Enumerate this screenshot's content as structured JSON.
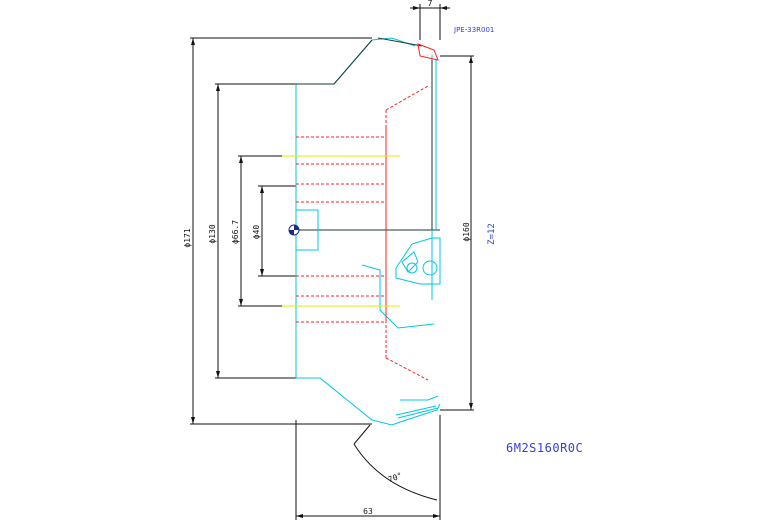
{
  "drawing": {
    "part_ref": "JPE-33R001",
    "model_code": "6M2S160R0C",
    "teeth_label": "Z=12",
    "dimensions": {
      "outer_dia": "ϕ171",
      "body_dia": "ϕ130",
      "bore_step_dia": "ϕ66.7",
      "bore_dia": "ϕ40",
      "cutting_dia": "ϕ160",
      "height": "63",
      "insert_offset": "7",
      "angle": "70°"
    },
    "colors": {
      "body_outline": "#00c8e0",
      "hidden_lines": "#ff2020",
      "center_lines": "#e8e800",
      "annotation": "#3344cc",
      "dimension": "#111111"
    }
  }
}
